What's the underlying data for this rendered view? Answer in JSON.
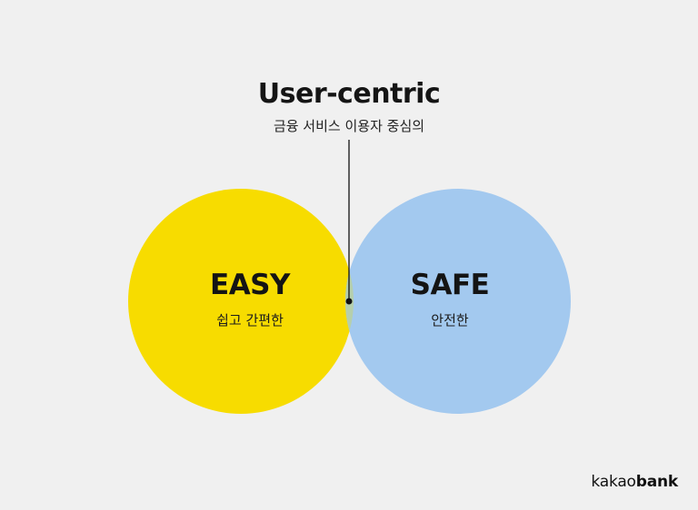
{
  "header": {
    "title": "User-centric",
    "subtitle": "금융 서비스 이용자 중심의"
  },
  "sets": [
    {
      "label": "EASY",
      "sub": "쉽고 간편한",
      "color": "#f7dc00"
    },
    {
      "label": "SAFE",
      "sub": "안전한",
      "color": "#a3c9ef"
    }
  ],
  "intersection": {
    "color": "#b5cfad"
  },
  "logo": {
    "part1": "kakao",
    "part2": "bank"
  },
  "colors": {
    "background": "#f0f0f0",
    "text": "#141414"
  }
}
